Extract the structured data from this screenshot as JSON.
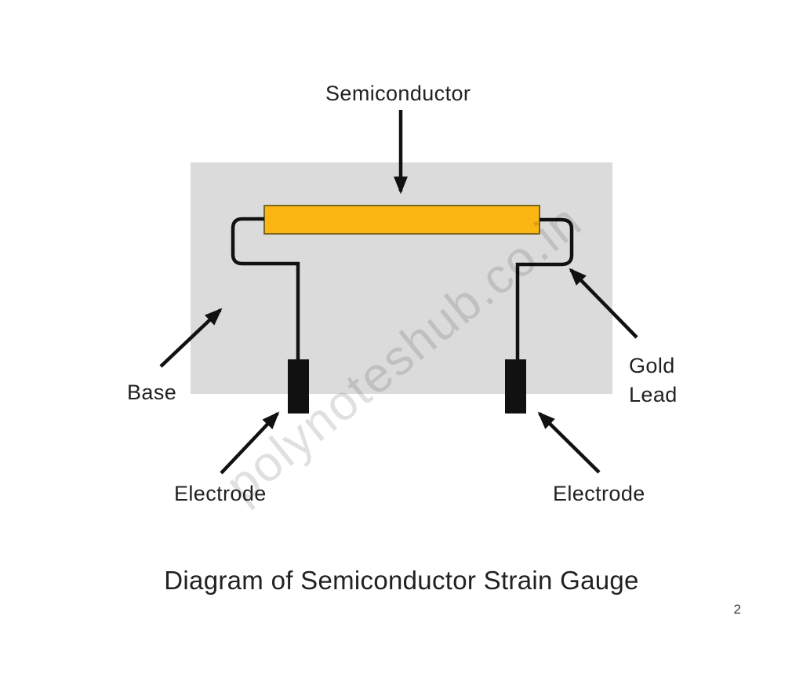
{
  "diagram": {
    "labels": {
      "semiconductor": "Semiconductor",
      "base": "Base",
      "gold_lead": {
        "line1": "Gold",
        "line2": "Lead"
      },
      "electrode_left": "Electrode",
      "electrode_right": "Electrode"
    },
    "caption": "Diagram of Semiconductor Strain Gauge",
    "watermark": "polynoteshub.co.in",
    "page_number": "2"
  },
  "theme": {
    "bg": "#ffffff",
    "base_fill": "#dbdbdb",
    "semiconductor_fill": "#fcb614",
    "semiconductor_border": "#7a6820",
    "line": "#111111",
    "text": "#212121",
    "page_num": "#3a3a3a",
    "watermark": "rgba(0,0,0,0.12)"
  }
}
